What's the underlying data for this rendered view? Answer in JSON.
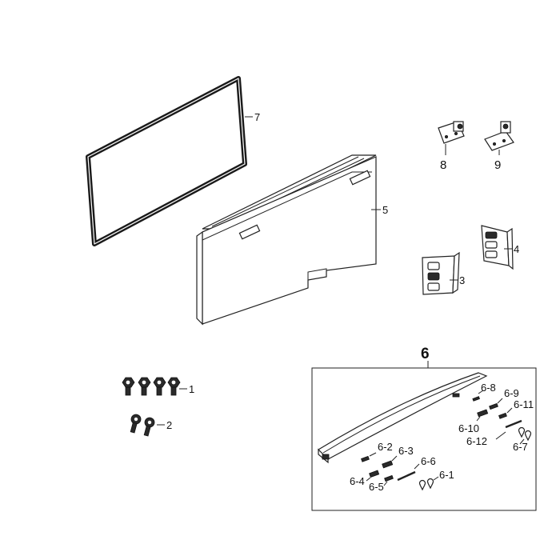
{
  "labels": {
    "p1": "1",
    "p2": "2",
    "p3": "3",
    "p4": "4",
    "p5": "5",
    "p6": "6",
    "p7": "7",
    "p8": "8",
    "p9": "9",
    "p6_1": "6-1",
    "p6_2": "6-2",
    "p6_3": "6-3",
    "p6_4": "6-4",
    "p6_5": "6-5",
    "p6_6": "6-6",
    "p6_7": "6-7",
    "p6_8": "6-8",
    "p6_9": "6-9",
    "p6_10": "6-10",
    "p6_11": "6-11",
    "p6_12": "6-12"
  }
}
